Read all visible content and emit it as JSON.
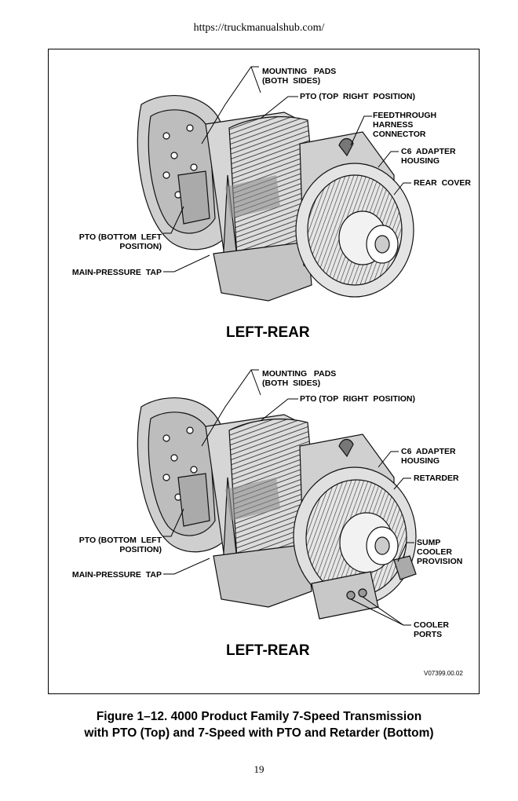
{
  "header": {
    "url": "https://truckmanualshub.com/"
  },
  "top_view": {
    "title": "LEFT-REAR",
    "labels": {
      "mounting_pads": "MOUNTING   PADS\n(BOTH  SIDES)",
      "pto_top": "PTO (TOP  RIGHT  POSITION)",
      "feedthrough": "FEEDTHROUGH\nHARNESS\nCONNECTOR",
      "c6_adapter": "C6  ADAPTER\nHOUSING",
      "rear_cover": "REAR  COVER",
      "pto_bottom": "PTO (BOTTOM  LEFT\nPOSITION)",
      "main_pressure": "MAIN-PRESSURE  TAP"
    }
  },
  "bottom_view": {
    "title": "LEFT-REAR",
    "labels": {
      "mounting_pads": "MOUNTING   PADS\n(BOTH  SIDES)",
      "pto_top": "PTO (TOP  RIGHT  POSITION)",
      "c6_adapter": "C6  ADAPTER\nHOUSING",
      "retarder": "RETARDER",
      "pto_bottom": "PTO (BOTTOM  LEFT\nPOSITION)",
      "sump_cooler": "SUMP\nCOOLER\nPROVISION",
      "main_pressure": "MAIN-PRESSURE  TAP",
      "cooler_ports": "COOLER\nPORTS"
    }
  },
  "drawing_code": "V07399.00.02",
  "caption": {
    "line1": "Figure 1–12. 4000 Product Family 7-Speed Transmission",
    "line2": "with PTO (Top) and 7-Speed with PTO and Retarder (Bottom)"
  },
  "page_number": "19"
}
